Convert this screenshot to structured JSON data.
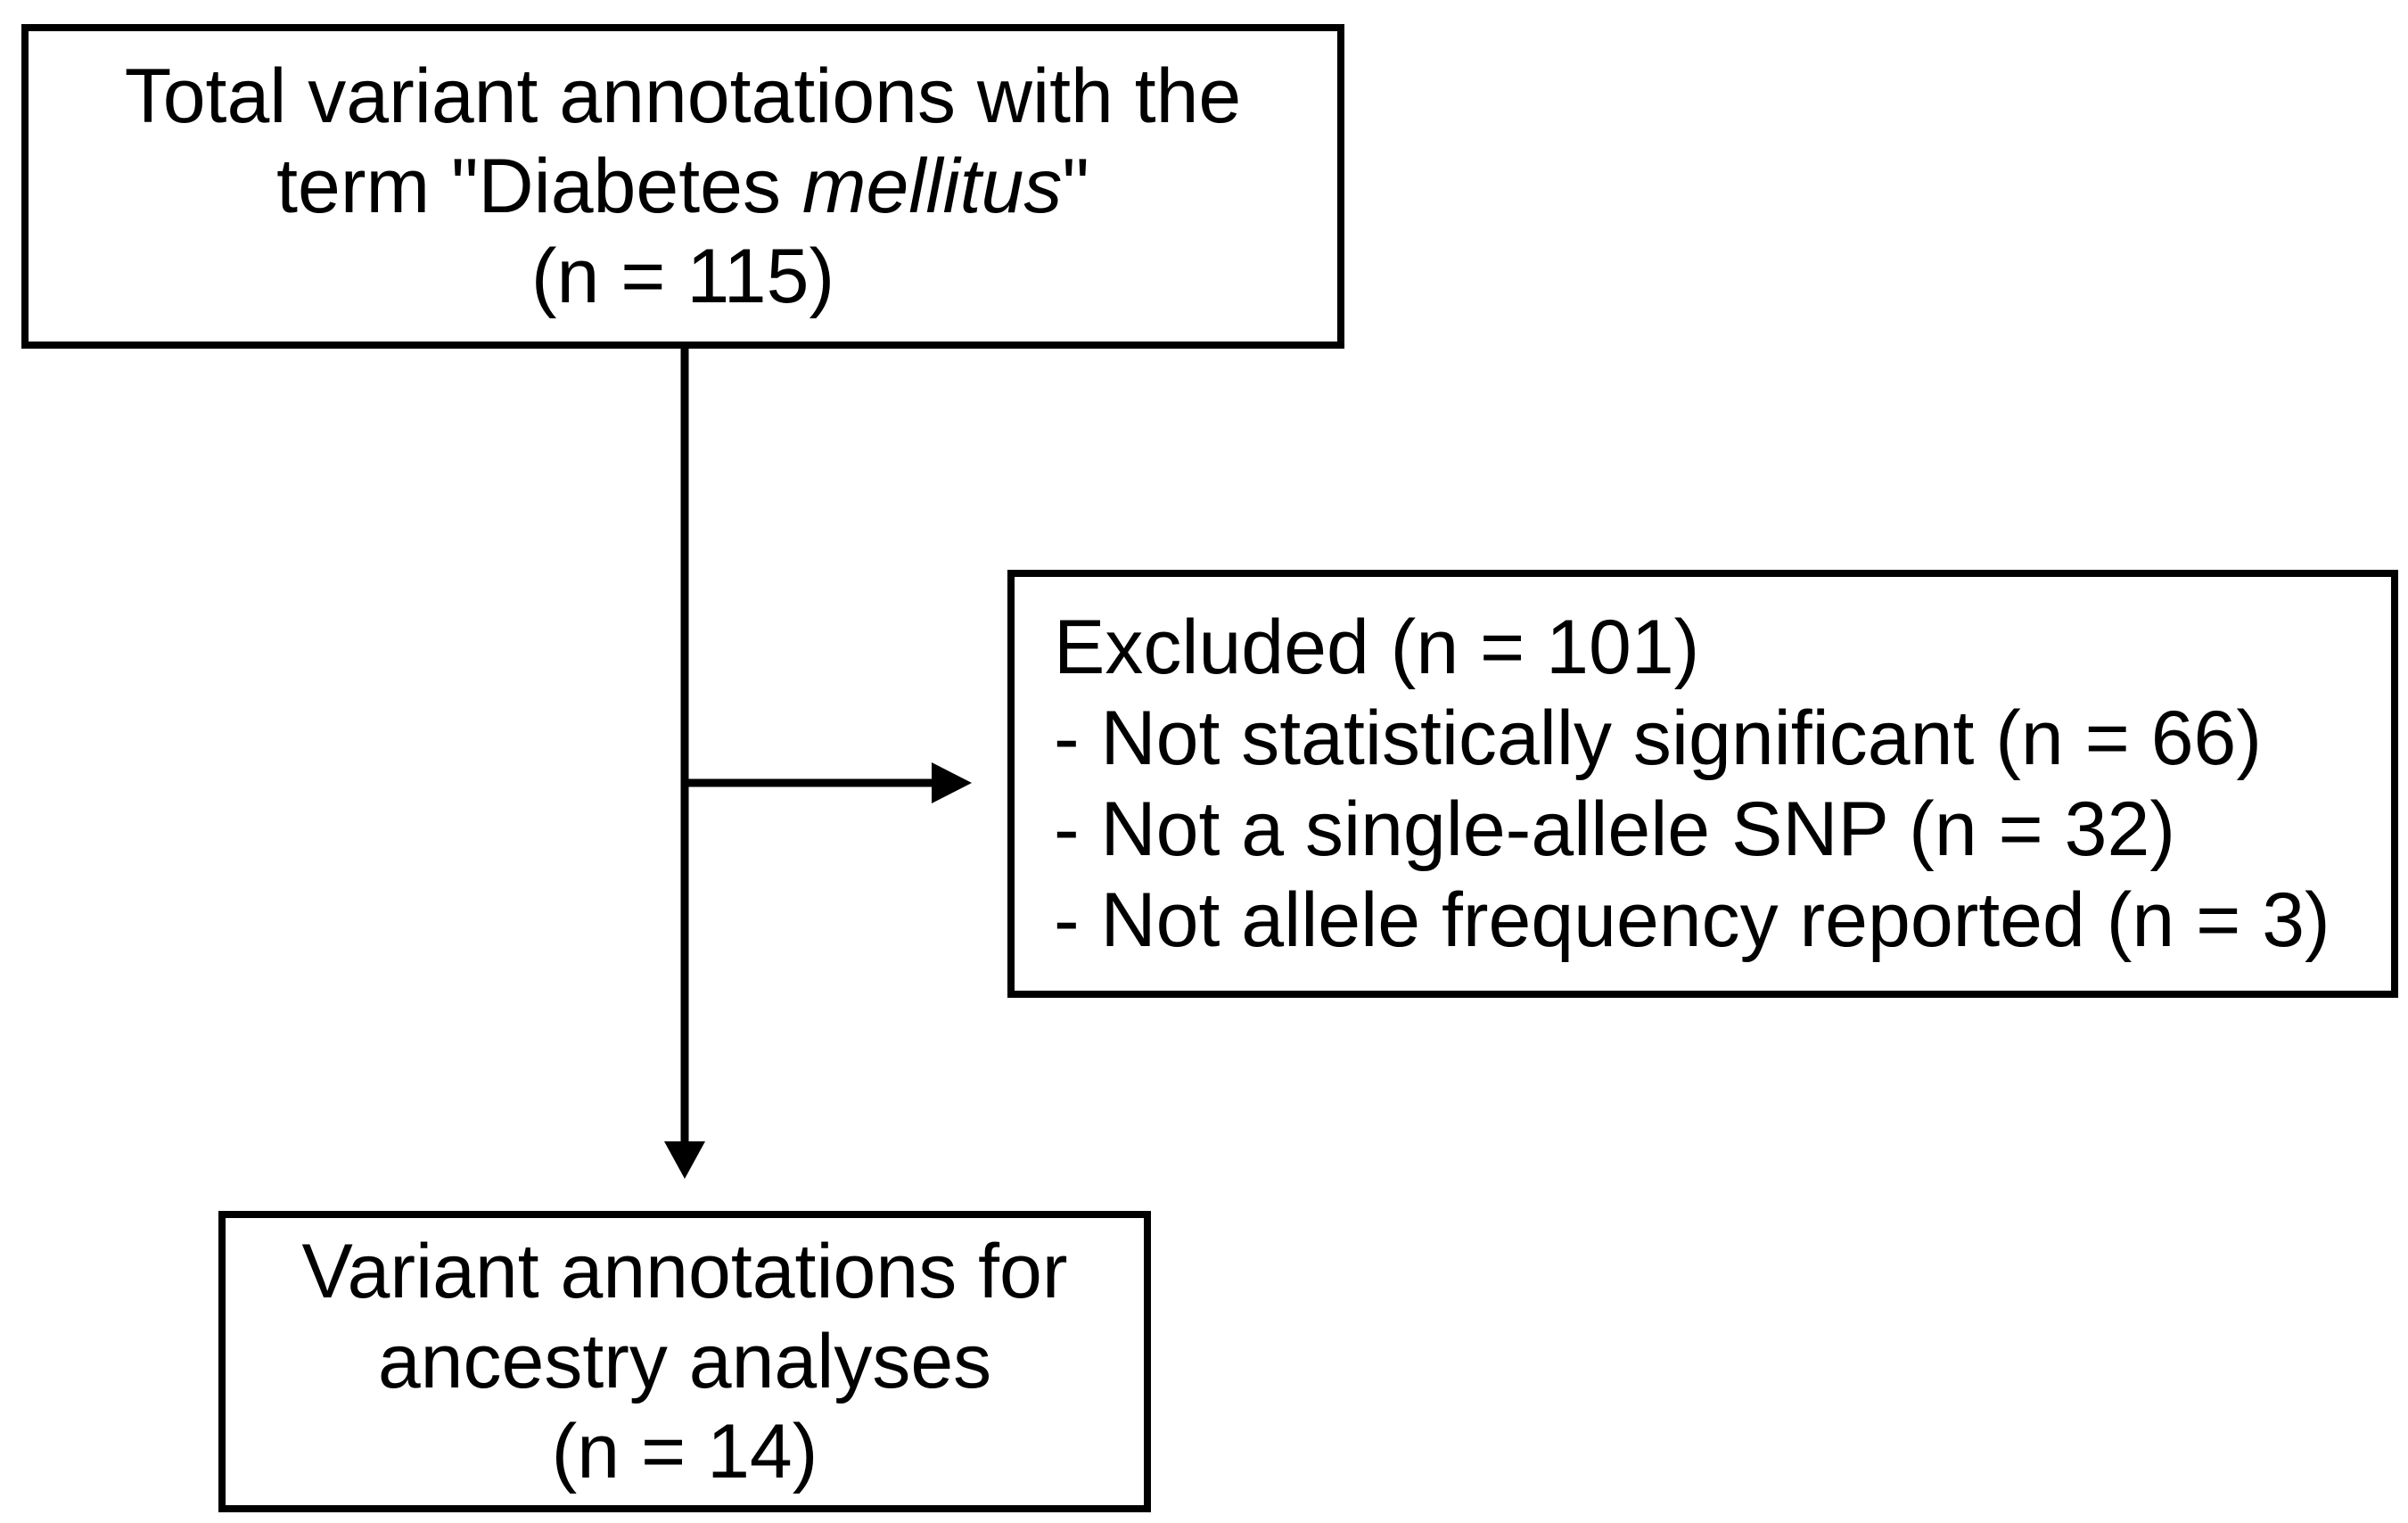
{
  "diagram": {
    "top_box": {
      "line1": "Total variant annotations with the",
      "line2_before": "term \"Diabetes ",
      "line2_italic": "mellitus",
      "line2_after": "\"",
      "line3": "(n = 115)"
    },
    "excluded_box": {
      "title": "Excluded (n = 101)",
      "items": [
        "- Not statistically significant (n = 66)",
        "- Not a single-allele SNP (n = 32)",
        "- Not allele frequency reported (n = 3)"
      ]
    },
    "bottom_box": {
      "line1": "Variant annotations for",
      "line2": "ancestry analyses",
      "line3": "(n = 14)"
    },
    "colors": {
      "stroke": "#000000",
      "background": "#ffffff"
    }
  }
}
